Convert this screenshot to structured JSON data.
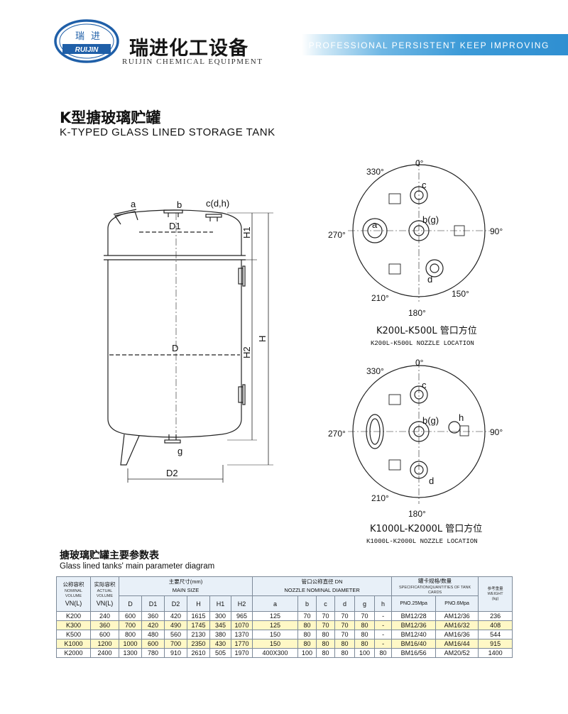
{
  "header": {
    "logo_chars": [
      "瑞",
      "进"
    ],
    "logo_text": "RUIJIN",
    "brand_cn": "瑞进化工设备",
    "brand_en": "RUIJIN CHEMICAL EQUIPMENT",
    "banner_text": "PROFESSIONAL PERSISTENT KEEP IMPROVING",
    "colors": {
      "brand_blue": "#1f5fa8",
      "banner_blue": "#3d9bd8"
    }
  },
  "title": {
    "cn": "K型搪玻璃贮罐",
    "en": "K-TYPED GLASS LINED STORAGE TANK"
  },
  "tank_labels": {
    "a": "a",
    "b": "b",
    "cdh": "c(d,h)",
    "D1": "D1",
    "D": "D",
    "D2": "D2",
    "H1": "H1",
    "H2": "H2",
    "H": "H",
    "g": "g"
  },
  "nozzle_small": {
    "angles": {
      "a0": "0°",
      "a90": "90°",
      "a150": "150°",
      "a180": "180°",
      "a210": "210°",
      "a270": "270°",
      "a330": "330°"
    },
    "labels": {
      "a": "a",
      "bg": "b(g)",
      "c": "c",
      "d": "d"
    },
    "caption_cn": "K200L-K500L 管口方位",
    "caption_en": "K200L-K500L NOZZLE LOCATION"
  },
  "nozzle_large": {
    "angles": {
      "a0": "0°",
      "a90": "90°",
      "a180": "180°",
      "a210": "210°",
      "a270": "270°",
      "a330": "330°"
    },
    "labels": {
      "bg": "b(g)",
      "c": "c",
      "d": "d",
      "h": "h"
    },
    "caption_cn": "K1000L-K2000L 管口方位",
    "caption_en": "K1000L-K2000L NOZZLE LOCATION"
  },
  "table": {
    "title_cn": "搪玻璃贮罐主要参数表",
    "title_en": "Glass lined tanks' main parameter diagram",
    "headers": {
      "nominal": {
        "cn": "公称容积",
        "en": "NOMINAL VOLUME",
        "unit": "VN(L)"
      },
      "actual": {
        "cn": "实际容积",
        "en": "ACTUAL VOLUME",
        "unit": "VN(L)"
      },
      "main_size": {
        "cn": "主要尺寸(mm)",
        "en": "MAIN SIZE"
      },
      "nozzle": {
        "cn": "管口公称直径 DN",
        "en": "NOZZLE NOMINAL DIAMETER"
      },
      "cards": {
        "cn": "罐卡规格/数量",
        "en": "SPECIFICATION/QUANTITIES OF TANK CARDS"
      },
      "weight": {
        "cn": "参考重量",
        "en": "WEIGHT",
        "unit": "(kg)"
      },
      "sub": [
        "D",
        "D1",
        "D2",
        "H",
        "H1",
        "H2",
        "a",
        "b",
        "c",
        "d",
        "g",
        "h",
        "PNO.25Mpa",
        "PNO.6Mpa"
      ]
    },
    "rows": [
      [
        "K200",
        "240",
        "600",
        "360",
        "420",
        "1615",
        "300",
        "965",
        "125",
        "70",
        "70",
        "70",
        "70",
        "-",
        "BM12/28",
        "AM12/36",
        "236"
      ],
      [
        "K300",
        "360",
        "700",
        "420",
        "490",
        "1745",
        "345",
        "1070",
        "125",
        "80",
        "70",
        "70",
        "80",
        "-",
        "BM12/36",
        "AM16/32",
        "408"
      ],
      [
        "K500",
        "600",
        "800",
        "480",
        "560",
        "2130",
        "380",
        "1370",
        "150",
        "80",
        "80",
        "70",
        "80",
        "-",
        "BM12/40",
        "AM16/36",
        "544"
      ],
      [
        "K1000",
        "1200",
        "1000",
        "600",
        "700",
        "2350",
        "430",
        "1770",
        "150",
        "80",
        "80",
        "80",
        "80",
        "-",
        "BM16/40",
        "AM16/44",
        "915"
      ],
      [
        "K2000",
        "2400",
        "1300",
        "780",
        "910",
        "2610",
        "505",
        "1970",
        "400X300",
        "100",
        "80",
        "80",
        "100",
        "80",
        "BM16/56",
        "AM20/52",
        "1400"
      ]
    ],
    "highlight_color": "#fff8c6"
  }
}
